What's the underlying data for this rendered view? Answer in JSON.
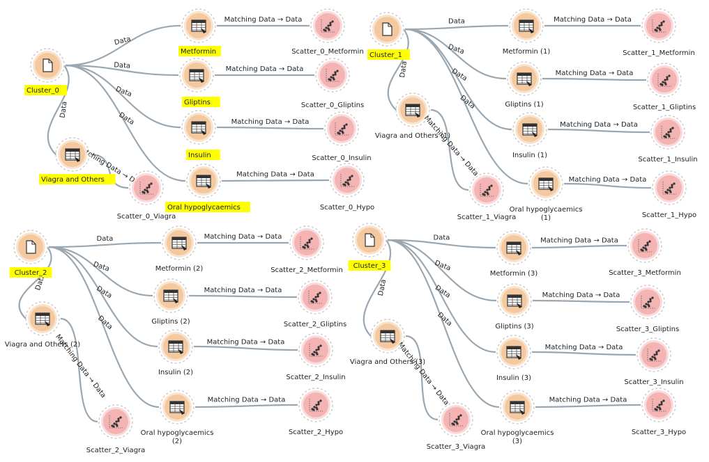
{
  "colors": {
    "file_fill": "#f5c9a0",
    "file_ring": "#f9e3cc",
    "select_fill": "#f5c9a0",
    "select_ring": "#f9e3cc",
    "scatter_fill": "#f4b4b4",
    "scatter_ring": "#fadada",
    "link": "#9aa7b1",
    "highlight": "#ffff00"
  },
  "link_labels": {
    "data": "Data",
    "matching": "Matching Data → Data"
  },
  "nodes": [
    {
      "id": "c0",
      "type": "file",
      "label": "Cluster_0",
      "highlight": true
    },
    {
      "id": "c0m",
      "type": "select",
      "label": "Metformin",
      "highlight": true
    },
    {
      "id": "c0g",
      "type": "select",
      "label": "Gliptins",
      "highlight": true
    },
    {
      "id": "c0i",
      "type": "select",
      "label": "Insulin",
      "highlight": true
    },
    {
      "id": "c0h",
      "type": "select",
      "label": "Oral hypoglycaemics",
      "highlight": true
    },
    {
      "id": "c0v",
      "type": "select",
      "label": "Viagra and Others",
      "highlight": true
    },
    {
      "id": "s0m",
      "type": "scatter",
      "label": "Scatter_0_Metformin"
    },
    {
      "id": "s0g",
      "type": "scatter",
      "label": "Scatter_0_Gliptins"
    },
    {
      "id": "s0i",
      "type": "scatter",
      "label": "Scatter_0_Insulin"
    },
    {
      "id": "s0h",
      "type": "scatter",
      "label": "Scatter_0_Hypo"
    },
    {
      "id": "s0v",
      "type": "scatter",
      "label": "Scatter_0_Viagra"
    },
    {
      "id": "c1",
      "type": "file",
      "label": "Cluster_1",
      "highlight": true
    },
    {
      "id": "c1m",
      "type": "select",
      "label": "Metformin (1)"
    },
    {
      "id": "c1g",
      "type": "select",
      "label": "Gliptins (1)"
    },
    {
      "id": "c1i",
      "type": "select",
      "label": "Insulin (1)"
    },
    {
      "id": "c1h",
      "type": "select",
      "label": "Oral hypoglycaemics",
      "label2": "(1)"
    },
    {
      "id": "c1v",
      "type": "select",
      "label": "Viagra and Others (1)"
    },
    {
      "id": "s1m",
      "type": "scatter",
      "label": "Scatter_1_Metformin"
    },
    {
      "id": "s1g",
      "type": "scatter",
      "label": "Scatter_1_Gliptins"
    },
    {
      "id": "s1i",
      "type": "scatter",
      "label": "Scatter_1_Insulin"
    },
    {
      "id": "s1h",
      "type": "scatter",
      "label": "Scatter_1_Hypo"
    },
    {
      "id": "s1v",
      "type": "scatter",
      "label": "Scatter_1_Viagra"
    },
    {
      "id": "c2",
      "type": "file",
      "label": "Cluster_2",
      "highlight": true
    },
    {
      "id": "c2m",
      "type": "select",
      "label": "Metformin (2)"
    },
    {
      "id": "c2g",
      "type": "select",
      "label": "Gliptins (2)"
    },
    {
      "id": "c2i",
      "type": "select",
      "label": "Insulin (2)"
    },
    {
      "id": "c2h",
      "type": "select",
      "label": "Oral hypoglycaemics",
      "label2": "(2)"
    },
    {
      "id": "c2v",
      "type": "select",
      "label": "Viagra and Others (2)"
    },
    {
      "id": "s2m",
      "type": "scatter",
      "label": "Scatter_2_Metformin"
    },
    {
      "id": "s2g",
      "type": "scatter",
      "label": "Scatter_2_Gliptins"
    },
    {
      "id": "s2i",
      "type": "scatter",
      "label": "Scatter_2_Insulin"
    },
    {
      "id": "s2h",
      "type": "scatter",
      "label": "Scatter_2_Hypo"
    },
    {
      "id": "s2v",
      "type": "scatter",
      "label": "Scatter_2_Viagra"
    },
    {
      "id": "c3",
      "type": "file",
      "label": "Cluster_3",
      "highlight": true
    },
    {
      "id": "c3m",
      "type": "select",
      "label": "Metformin (3)"
    },
    {
      "id": "c3g",
      "type": "select",
      "label": "Gliptins (3)"
    },
    {
      "id": "c3i",
      "type": "select",
      "label": "Insulin (3)"
    },
    {
      "id": "c3h",
      "type": "select",
      "label": "Oral hypoglycaemics",
      "label2": "(3)"
    },
    {
      "id": "c3v",
      "type": "select",
      "label": "Viagra and Others (3)"
    },
    {
      "id": "s3m",
      "type": "scatter",
      "label": "Scatter_3_Metformin"
    },
    {
      "id": "s3g",
      "type": "scatter",
      "label": "Scatter_3_Gliptins"
    },
    {
      "id": "s3i",
      "type": "scatter",
      "label": "Scatter_3_Insulin"
    },
    {
      "id": "s3h",
      "type": "scatter",
      "label": "Scatter_3_Hypo"
    },
    {
      "id": "s3v",
      "type": "scatter",
      "label": "Scatter_3_Viagra"
    }
  ],
  "links": [
    {
      "from": "c0",
      "to": "c0m",
      "label": "data"
    },
    {
      "from": "c0",
      "to": "c0g",
      "label": "data"
    },
    {
      "from": "c0",
      "to": "c0i",
      "label": "data"
    },
    {
      "from": "c0",
      "to": "c0h",
      "label": "data"
    },
    {
      "from": "c0",
      "to": "c0v",
      "label": "data"
    },
    {
      "from": "c0m",
      "to": "s0m",
      "label": "matching"
    },
    {
      "from": "c0g",
      "to": "s0g",
      "label": "matching"
    },
    {
      "from": "c0i",
      "to": "s0i",
      "label": "matching"
    },
    {
      "from": "c0h",
      "to": "s0h",
      "label": "matching"
    },
    {
      "from": "c0v",
      "to": "s0v",
      "label": "matching"
    },
    {
      "from": "c1",
      "to": "c1m",
      "label": "data"
    },
    {
      "from": "c1",
      "to": "c1g",
      "label": "data"
    },
    {
      "from": "c1",
      "to": "c1i",
      "label": "data"
    },
    {
      "from": "c1",
      "to": "c1h",
      "label": "data"
    },
    {
      "from": "c1",
      "to": "c1v",
      "label": "data"
    },
    {
      "from": "c1m",
      "to": "s1m",
      "label": "matching"
    },
    {
      "from": "c1g",
      "to": "s1g",
      "label": "matching"
    },
    {
      "from": "c1i",
      "to": "s1i",
      "label": "matching"
    },
    {
      "from": "c1h",
      "to": "s1h",
      "label": "matching"
    },
    {
      "from": "c1v",
      "to": "s1v",
      "label": "matching"
    },
    {
      "from": "c2",
      "to": "c2m",
      "label": "data"
    },
    {
      "from": "c2",
      "to": "c2g",
      "label": "data"
    },
    {
      "from": "c2",
      "to": "c2i",
      "label": "data"
    },
    {
      "from": "c2",
      "to": "c2h",
      "label": "data"
    },
    {
      "from": "c2",
      "to": "c2v",
      "label": "data"
    },
    {
      "from": "c2m",
      "to": "s2m",
      "label": "matching"
    },
    {
      "from": "c2g",
      "to": "s2g",
      "label": "matching"
    },
    {
      "from": "c2i",
      "to": "s2i",
      "label": "matching"
    },
    {
      "from": "c2h",
      "to": "s2h",
      "label": "matching"
    },
    {
      "from": "c2v",
      "to": "s2v",
      "label": "matching"
    },
    {
      "from": "c3",
      "to": "c3m",
      "label": "data"
    },
    {
      "from": "c3",
      "to": "c3g",
      "label": "data"
    },
    {
      "from": "c3",
      "to": "c3i",
      "label": "data"
    },
    {
      "from": "c3",
      "to": "c3h",
      "label": "data"
    },
    {
      "from": "c3",
      "to": "c3v",
      "label": "data"
    },
    {
      "from": "c3m",
      "to": "s3m",
      "label": "matching"
    },
    {
      "from": "c3g",
      "to": "s3g",
      "label": "matching"
    },
    {
      "from": "c3i",
      "to": "s3i",
      "label": "matching"
    },
    {
      "from": "c3h",
      "to": "s3h",
      "label": "matching"
    },
    {
      "from": "c3v",
      "to": "s3v",
      "label": "matching"
    }
  ]
}
